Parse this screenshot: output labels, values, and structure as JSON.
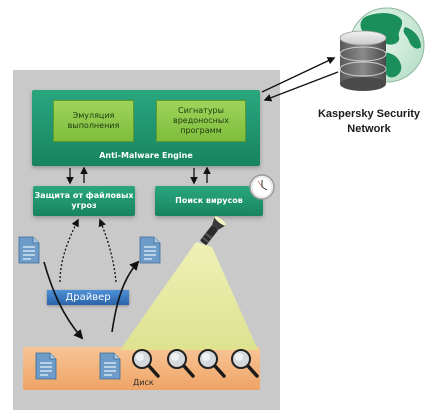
{
  "engine": {
    "title": "Anti-Malware Engine",
    "emulation": "Эмуляция выполнения",
    "signatures": "Сигнатуры вредоносных программ"
  },
  "modules": {
    "file_protection": "Защита от файловых угроз",
    "virus_scan": "Поиск вирусов"
  },
  "driver": "Драйвер",
  "disk": "Диск",
  "ksn": {
    "line1": "Kaspersky Security",
    "line2": "Network"
  },
  "colors": {
    "panel": "#c9c9c9",
    "engine_green": "#1f9a70",
    "inner_green": "#8fca4c",
    "driver_blue": "#3a78c2",
    "disk_orange": "#f4b27a",
    "doc_blue": "#6e9cc9",
    "beam_yellow": "#e6eb9a"
  },
  "icons": [
    "globe-icon",
    "database-icon",
    "clock-icon",
    "flashlight-icon",
    "document-icon",
    "magnifier-icon"
  ]
}
